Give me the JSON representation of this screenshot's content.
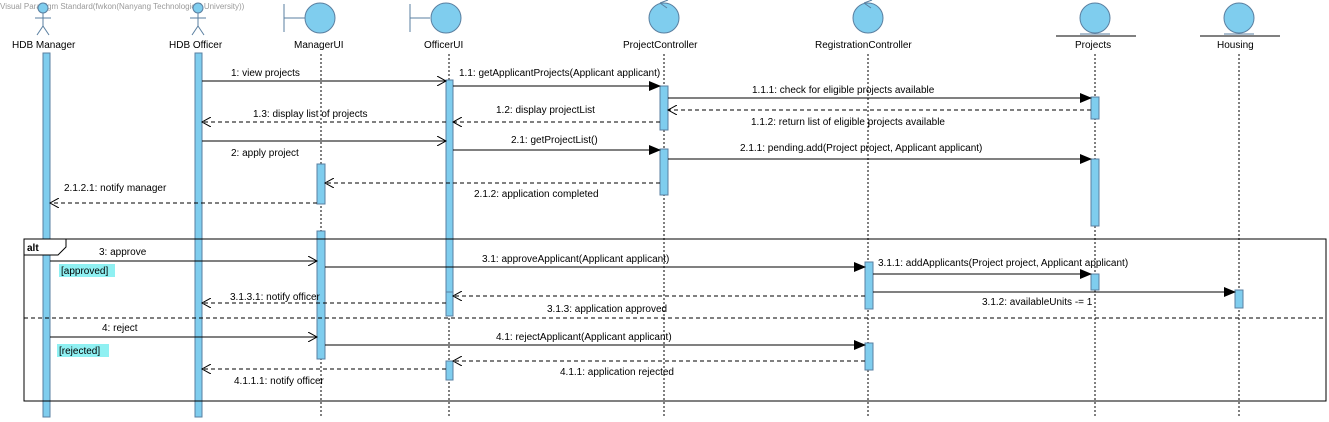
{
  "watermark": "Visual Paradigm Standard(fwkon(Nanyang Technological University))",
  "colors": {
    "lifeline_fill": "#7fcdee",
    "lifeline_stroke": "#5a7fa0",
    "activation_fill": "#7fcdee",
    "guard_highlight": "#8ff0f2",
    "line": "#000000"
  },
  "participants": [
    {
      "id": "hdb-manager",
      "label": "HDB Manager",
      "kind": "actor"
    },
    {
      "id": "hdb-officer",
      "label": "HDB Officer",
      "kind": "actor"
    },
    {
      "id": "manager-ui",
      "label": "ManagerUI",
      "kind": "boundary"
    },
    {
      "id": "officer-ui",
      "label": "OfficerUI",
      "kind": "boundary"
    },
    {
      "id": "project-controller",
      "label": "ProjectController",
      "kind": "control"
    },
    {
      "id": "registration-controller",
      "label": "RegistrationController",
      "kind": "control"
    },
    {
      "id": "projects",
      "label": "Projects",
      "kind": "entity"
    },
    {
      "id": "housing",
      "label": "Housing",
      "kind": "entity"
    }
  ],
  "messages": [
    {
      "label": "1: view projects"
    },
    {
      "label": "1.1: getApplicantProjects(Applicant applicant)"
    },
    {
      "label": "1.1.1: check for eligible projects available"
    },
    {
      "label": "1.1.2: return list of eligible projects available"
    },
    {
      "label": "1.2: display projectList"
    },
    {
      "label": "1.3: display list of projects"
    },
    {
      "label": "2: apply project"
    },
    {
      "label": "2.1: getProjectList()"
    },
    {
      "label": "2.1.1: pending.add(Project project, Applicant applicant)"
    },
    {
      "label": "2.1.2: application completed"
    },
    {
      "label": "2.1.2.1: notify manager"
    },
    {
      "label": "3: approve"
    },
    {
      "label": "3.1: approveApplicant(Applicant applicant)"
    },
    {
      "label": "3.1.1: addApplicants(Project project, Applicant applicant)"
    },
    {
      "label": "3.1.2: availableUnits -= 1"
    },
    {
      "label": "3.1.3: application approved"
    },
    {
      "label": "3.1.3.1: notify officer"
    },
    {
      "label": "4: reject"
    },
    {
      "label": "4.1: rejectApplicant(Applicant applicant)"
    },
    {
      "label": "4.1.1: application rejected"
    },
    {
      "label": "4.1.1.1: notify officer"
    }
  ],
  "fragment": {
    "operator": "alt",
    "guards": [
      "[approved]",
      "[rejected]"
    ]
  }
}
